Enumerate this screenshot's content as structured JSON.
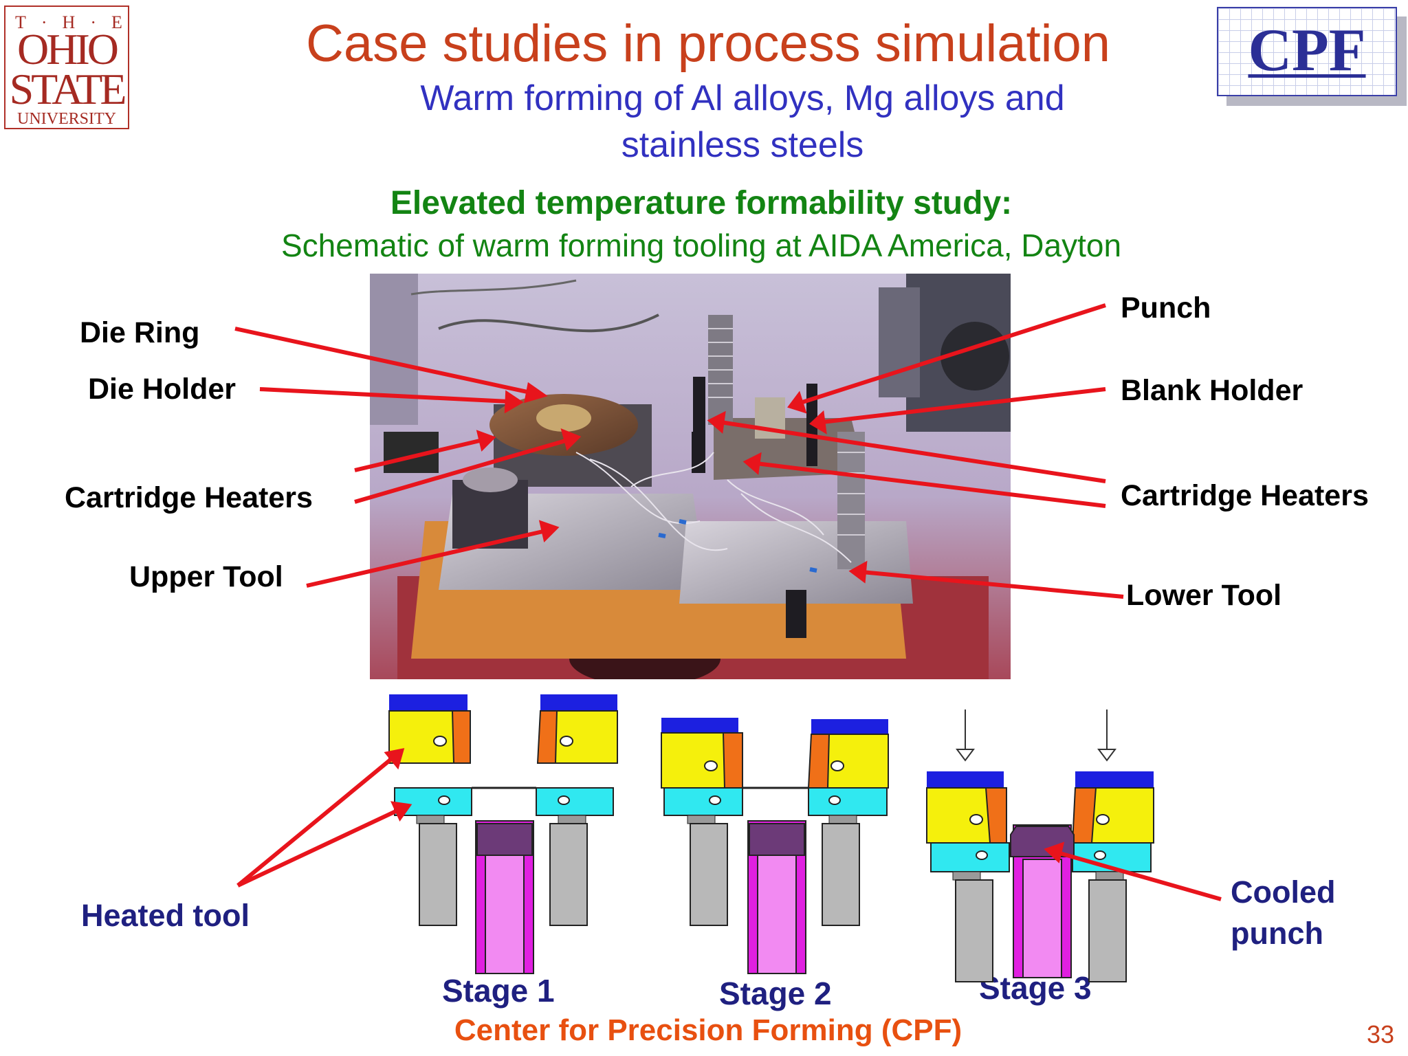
{
  "header": {
    "title": "Case studies in process simulation",
    "subtitle_line1": "Warm forming of Al alloys, Mg alloys and",
    "subtitle_line2": "stainless steels"
  },
  "logos": {
    "osu": {
      "the": "T·H·E",
      "ohio": "OHIO",
      "state": "STATE",
      "university": "UNIVERSITY"
    },
    "cpf": "CPF"
  },
  "section": {
    "heading": "Elevated temperature formability study:",
    "caption": "Schematic of warm forming tooling at AIDA America, Dayton"
  },
  "photo_labels": {
    "left": [
      "Die Ring",
      "Die Holder",
      "Cartridge Heaters",
      "Upper Tool"
    ],
    "right": [
      "Punch",
      "Blank Holder",
      "Cartridge Heaters",
      "Lower Tool"
    ]
  },
  "schematic": {
    "heated_tool_label": "Heated tool",
    "cooled_punch_line1": "Cooled",
    "cooled_punch_line2": "punch",
    "stages": [
      "Stage 1",
      "Stage 2",
      "Stage 3"
    ]
  },
  "colors": {
    "title": "#c8401c",
    "subtitle": "#3131c0",
    "section": "#138413",
    "arrow": "#e8141c",
    "tool_yellow": "#f5f00c",
    "ring_orange": "#f07018",
    "cap_blue": "#1c20e0",
    "holder_cyan": "#30e8f0",
    "post_gray": "#b8b8b8",
    "punch_magenta": "#e020e0",
    "punch_cap": "#6c3a78"
  },
  "footer": {
    "center_text": "Center for Precision Forming (CPF)",
    "page_number": "33"
  }
}
